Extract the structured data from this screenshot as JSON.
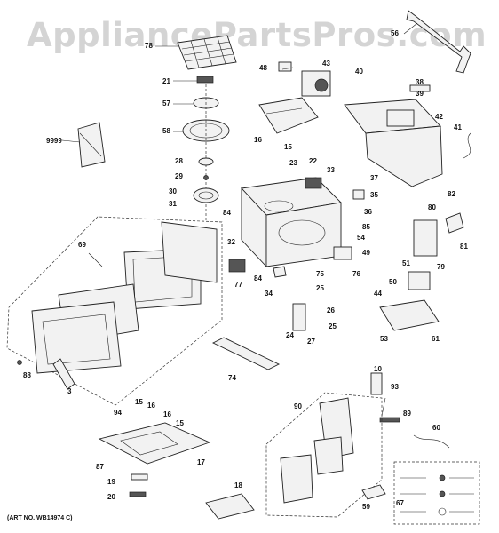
{
  "watermark": "AppliancePartsPros.com",
  "art_number": "(ART NO. WB14974 C)",
  "callouts": [
    "78",
    "56",
    "48",
    "43",
    "40",
    "38",
    "39",
    "42",
    "21",
    "57",
    "58",
    "16",
    "15",
    "41",
    "9999",
    "28",
    "29",
    "23",
    "22",
    "33",
    "37",
    "35",
    "36",
    "30",
    "31",
    "84",
    "82",
    "80",
    "69",
    "32",
    "85",
    "54",
    "81",
    "49",
    "79",
    "77",
    "84",
    "34",
    "75",
    "76",
    "51",
    "50",
    "44",
    "25",
    "26",
    "24",
    "27",
    "25",
    "53",
    "61",
    "88",
    "74",
    "3",
    "10",
    "93",
    "94",
    "15",
    "16",
    "16",
    "15",
    "90",
    "89",
    "60",
    "87",
    "17",
    "19",
    "20",
    "18",
    "59",
    "67"
  ]
}
